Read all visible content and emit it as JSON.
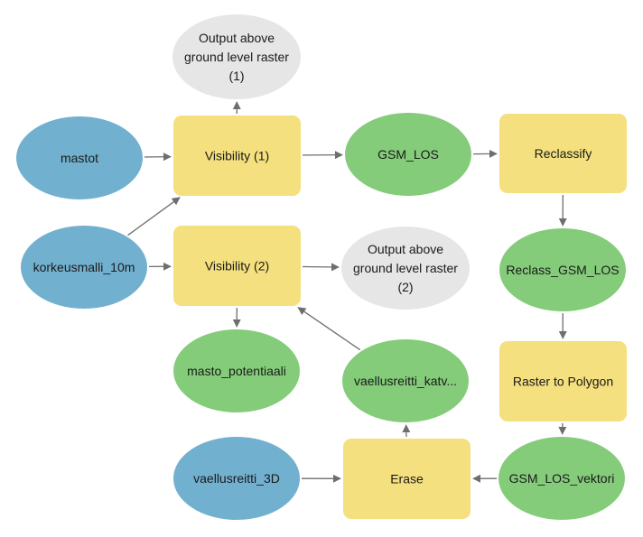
{
  "colors": {
    "input": "#72b0cf",
    "tool": "#f4e07e",
    "derived": "#84cc7a",
    "intermediate": "#e6e6e6",
    "connector": "#6e6e6e",
    "background": "#ffffff"
  },
  "nodes": {
    "mastot": {
      "kind": "input",
      "label": [
        "mastot"
      ]
    },
    "korkeusmalli": {
      "kind": "input",
      "label": [
        "korkeusmalli_10m"
      ]
    },
    "vaellusreitti_3d": {
      "kind": "input",
      "label": [
        "vaellusreitti_3D"
      ]
    },
    "visibility1": {
      "kind": "tool",
      "label": [
        "Visibility (1)"
      ]
    },
    "visibility2": {
      "kind": "tool",
      "label": [
        "Visibility (2)"
      ]
    },
    "reclassify": {
      "kind": "tool",
      "label": [
        "Reclassify"
      ]
    },
    "raster_to_polygon": {
      "kind": "tool",
      "label": [
        "Raster to Polygon"
      ]
    },
    "erase": {
      "kind": "tool",
      "label": [
        "Erase"
      ]
    },
    "output1": {
      "kind": "intermediate",
      "label": [
        "Output above",
        "ground level raster",
        "(1)"
      ]
    },
    "output2": {
      "kind": "intermediate",
      "label": [
        "Output above",
        "ground level raster",
        "(2)"
      ]
    },
    "gsm_los": {
      "kind": "derived",
      "label": [
        "GSM_LOS"
      ]
    },
    "reclass_gsm_los": {
      "kind": "derived",
      "label": [
        "Reclass_GSM_LOS"
      ]
    },
    "masto_potentiaali": {
      "kind": "derived",
      "label": [
        "masto_potentiaali"
      ]
    },
    "vaellusreitti_katv": {
      "kind": "derived",
      "label": [
        "vaellusreitti_katv..."
      ]
    },
    "gsm_los_vektori": {
      "kind": "derived",
      "label": [
        "GSM_LOS_vektori"
      ]
    }
  },
  "connections": [
    {
      "from": "mastot",
      "to": "visibility1"
    },
    {
      "from": "korkeusmalli",
      "to": "visibility1"
    },
    {
      "from": "korkeusmalli",
      "to": "visibility2"
    },
    {
      "from": "visibility1",
      "to": "output1"
    },
    {
      "from": "visibility1",
      "to": "gsm_los"
    },
    {
      "from": "gsm_los",
      "to": "reclassify"
    },
    {
      "from": "reclassify",
      "to": "reclass_gsm_los"
    },
    {
      "from": "reclass_gsm_los",
      "to": "raster_to_polygon"
    },
    {
      "from": "raster_to_polygon",
      "to": "gsm_los_vektori"
    },
    {
      "from": "gsm_los_vektori",
      "to": "erase"
    },
    {
      "from": "vaellusreitti_3d",
      "to": "erase"
    },
    {
      "from": "erase",
      "to": "vaellusreitti_katv"
    },
    {
      "from": "vaellusreitti_katv",
      "to": "visibility2"
    },
    {
      "from": "visibility2",
      "to": "output2"
    },
    {
      "from": "visibility2",
      "to": "masto_potentiaali"
    }
  ]
}
